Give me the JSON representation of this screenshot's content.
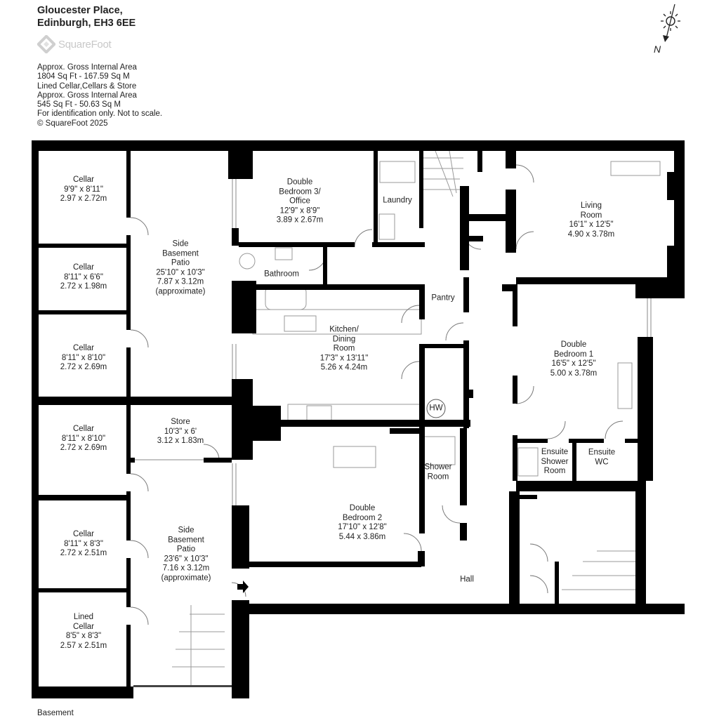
{
  "header": {
    "title_line1": "Gloucester Place,",
    "title_line2": "Edinburgh, EH3 6EE",
    "logo_text": "SquareFoot"
  },
  "notes": [
    "Approx. Gross Internal Area",
    "1804 Sq Ft  -  167.59 Sq M",
    "Lined Cellar,Cellars & Store",
    "Approx. Gross Internal Area",
    "545 Sq Ft  -  50.63 Sq M",
    "For identification only. Not to scale.",
    "© SquareFoot 2025"
  ],
  "compass": {
    "north_label": "N",
    "icon": "sun-north-arrow-icon"
  },
  "floor_label": "Basement",
  "rooms": [
    {
      "lines": [
        "Cellar",
        "9'9\" x 8'11\"",
        "2.97 x 2.72m"
      ]
    },
    {
      "lines": [
        "Cellar",
        "8'11\" x 6'6\"",
        "2.72 x 1.98m"
      ]
    },
    {
      "lines": [
        "Cellar",
        "8'11\" x 8'10\"",
        "2.72 x 2.69m"
      ]
    },
    {
      "lines": [
        "Cellar",
        "8'11\" x 8'10\"",
        "2.72 x 2.69m"
      ]
    },
    {
      "lines": [
        "Cellar",
        "8'11\" x 8'3\"",
        "2.72 x 2.51m"
      ]
    },
    {
      "lines": [
        "Lined",
        "Cellar",
        "8'5\" x 8'3\"",
        "2.57 x 2.51m"
      ]
    },
    {
      "lines": [
        "Side",
        "Basement",
        "Patio",
        "25'10\" x 10'3\"",
        "7.87 x 3.12m",
        "(approximate)"
      ]
    },
    {
      "lines": [
        "Store",
        "10'3\" x 6'",
        "3.12 x 1.83m"
      ]
    },
    {
      "lines": [
        "Side",
        "Basement",
        "Patio",
        "23'6\" x 10'3\"",
        "7.16 x 3.12m",
        "(approximate)"
      ]
    },
    {
      "lines": [
        "Double",
        "Bedroom 3/",
        "Office",
        "12'9\" x 8'9\"",
        "3.89 x 2.67m"
      ]
    },
    {
      "lines": [
        "Laundry"
      ]
    },
    {
      "lines": [
        "Living",
        "Room",
        "16'1\" x 12'5\"",
        "4.90 x 3.78m"
      ]
    },
    {
      "lines": [
        "Bathroom"
      ]
    },
    {
      "lines": [
        "Pantry"
      ]
    },
    {
      "lines": [
        "Kitchen/",
        "Dining",
        "Room",
        "17'3\" x 13'11\"",
        "5.26 x 4.24m"
      ]
    },
    {
      "lines": [
        "HW"
      ]
    },
    {
      "lines": [
        "Double",
        "Bedroom 1",
        "16'5\" x 12'5\"",
        "5.00 x 3.78m"
      ]
    },
    {
      "lines": [
        "Ensuite",
        "Shower",
        "Room"
      ]
    },
    {
      "lines": [
        "Ensuite",
        "WC"
      ]
    },
    {
      "lines": [
        "Shower",
        "Room"
      ]
    },
    {
      "lines": [
        "Double",
        "Bedroom 2",
        "17'10\" x 12'8\"",
        "5.44 x 3.86m"
      ]
    },
    {
      "lines": [
        "Hall"
      ]
    }
  ],
  "colors": {
    "wall": "#000000",
    "fixture": "#9a9a9a",
    "logo": "#c8c8c8"
  }
}
